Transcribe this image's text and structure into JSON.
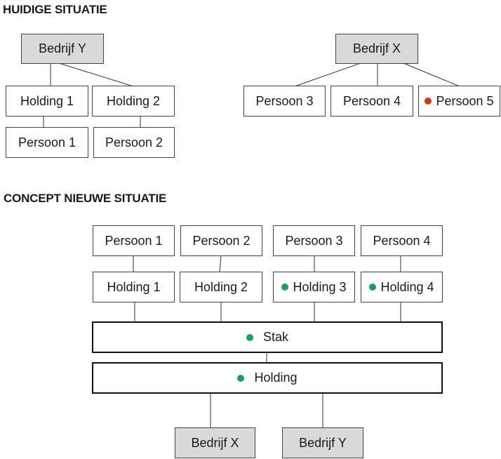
{
  "headings": {
    "current": "HUIDIGE SITUATIE",
    "concept": "CONCEPT NIEUWE SITUATIE"
  },
  "current": {
    "bedrijf_y": "Bedrijf Y",
    "bedrijf_x": "Bedrijf X",
    "holding_1": "Holding 1",
    "holding_2": "Holding 2",
    "persoon_1": "Persoon 1",
    "persoon_2": "Persoon 2",
    "persoon_3": "Persoon 3",
    "persoon_4": "Persoon 4",
    "persoon_5": "Persoon 5"
  },
  "concept": {
    "persoon_1": "Persoon 1",
    "persoon_2": "Persoon 2",
    "persoon_3": "Persoon 3",
    "persoon_4": "Persoon 4",
    "holding_1": "Holding 1",
    "holding_2": "Holding 2",
    "holding_3": "Holding 3",
    "holding_4": "Holding 4",
    "stak": "Stak",
    "holding": "Holding",
    "bedrijf_x": "Bedrijf X",
    "bedrijf_y": "Bedrijf Y"
  },
  "colors": {
    "box_grey": "#d9d9d9",
    "dot_green": "#1aa05a",
    "dot_red": "#c0401a"
  }
}
